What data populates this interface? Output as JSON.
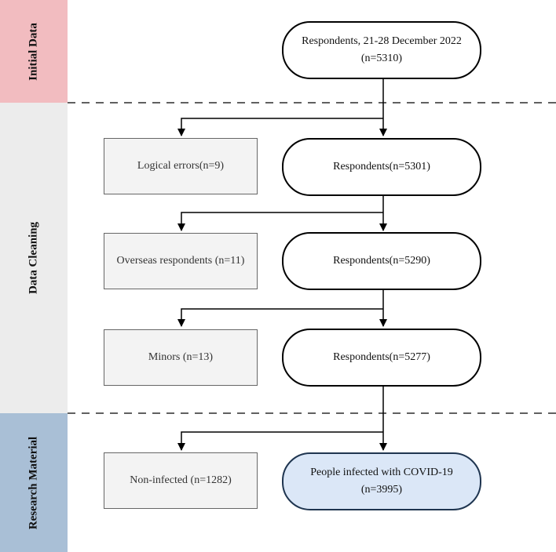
{
  "sections": {
    "initial": "Initial Data",
    "cleaning": "Data Cleaning",
    "research": "Research Material"
  },
  "flow": {
    "start": {
      "line1": "Respondents, 21-28 December 2022",
      "line2": "(n=5310)"
    },
    "step1": {
      "main": "Respondents(n=5301)",
      "excluded": "Logical errors(n=9)"
    },
    "step2": {
      "main": "Respondents(n=5290)",
      "excluded": "Overseas respondents (n=11)"
    },
    "step3": {
      "main": "Respondents(n=5277)",
      "excluded": "Minors (n=13)"
    },
    "final": {
      "line1": "People infected with COVID-19",
      "line2": "(n=3995)",
      "excluded": "Non-infected (n=1282)"
    }
  },
  "colors": {
    "initial_band": "#f2bcc0",
    "cleaning_band": "#ececec",
    "research_band": "#a9bfd6",
    "final_node_fill": "#dbe7f7"
  }
}
